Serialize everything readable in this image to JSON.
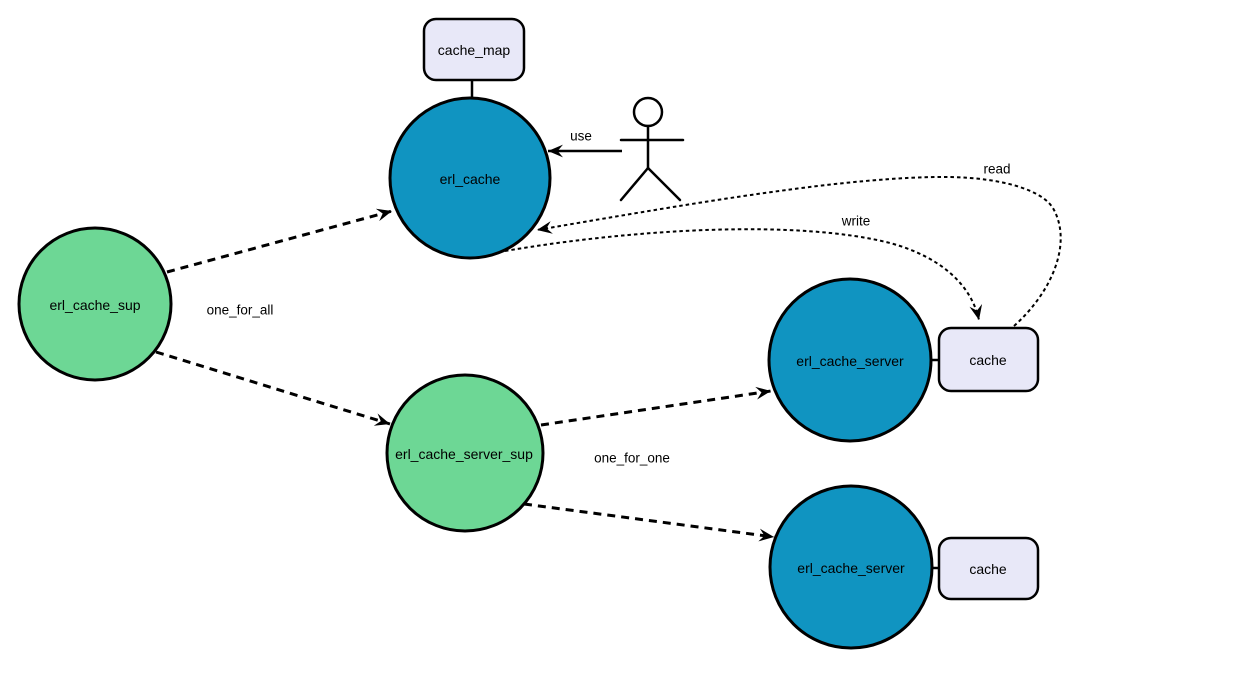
{
  "colors": {
    "worker_fill": "#1094c1",
    "supervisor_fill": "#6dd795",
    "table_fill": "#e8e8f8",
    "line": "#000000",
    "canvas_bg": "#ffffff"
  },
  "icons": {
    "actor": "stick-figure-icon"
  },
  "nodes": {
    "erl_cache_sup": {
      "label": "erl_cache_sup",
      "type": "supervisor"
    },
    "erl_cache": {
      "label": "erl_cache",
      "type": "worker"
    },
    "erl_cache_server_sup": {
      "label": "erl_cache_server_sup",
      "type": "supervisor"
    },
    "erl_cache_server_1": {
      "label": "erl_cache_server",
      "type": "worker"
    },
    "erl_cache_server_2": {
      "label": "erl_cache_server",
      "type": "worker"
    },
    "cache_map": {
      "label": "cache_map",
      "type": "table"
    },
    "cache_1": {
      "label": "cache",
      "type": "table"
    },
    "cache_2": {
      "label": "cache",
      "type": "table"
    }
  },
  "edges": {
    "use": {
      "label": "use",
      "from": "actor",
      "to": "erl_cache",
      "style": "solid"
    },
    "read": {
      "label": "read",
      "from": "cache_1",
      "to": "erl_cache",
      "style": "dotted"
    },
    "write": {
      "label": "write",
      "from": "erl_cache",
      "to": "cache_1",
      "style": "dotted"
    },
    "one_for_all": {
      "label": "one_for_all",
      "from": "erl_cache_sup",
      "style": "dashed"
    },
    "one_for_one": {
      "label": "one_for_one",
      "from": "erl_cache_server_sup",
      "style": "dashed"
    }
  }
}
